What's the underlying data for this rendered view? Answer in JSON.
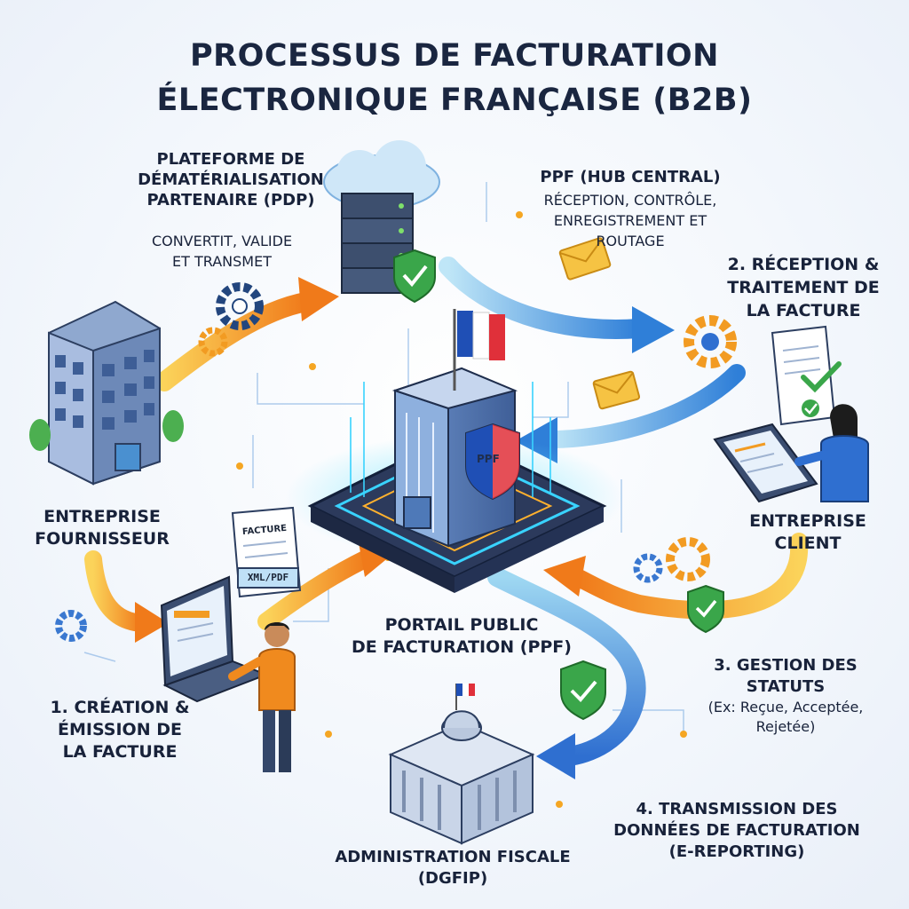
{
  "title": {
    "line1": "PROCESSUS DE FACTURATION",
    "line2": "ÉLECTRONIQUE FRANÇAISE (B2B)"
  },
  "pdp": {
    "name_line1": "PLATEFORME DE",
    "name_line2": "DÉMATÉRIALISATION",
    "name_line3": "PARTENAIRE (PDP)",
    "desc_line1": "CONVERTIT, VALIDE",
    "desc_line2": "ET TRANSMET"
  },
  "ppf_hub": {
    "name": "PPF (HUB CENTRAL)",
    "desc_line1": "RÉCEPTION, CONTRÔLE,",
    "desc_line2": "ENREGISTREMENT ET",
    "desc_line3": "ROUTAGE"
  },
  "step2": {
    "line1": "2. RÉCEPTION &",
    "line2": "TRAITEMENT DE",
    "line3": "LA FACTURE"
  },
  "supplier": {
    "line1": "ENTREPRISE",
    "line2": "FOURNISSEUR"
  },
  "client": {
    "line1": "ENTREPRISE",
    "line2": "CLIENT"
  },
  "portal": {
    "line1": "PORTAIL PUBLIC",
    "line2": "DE FACTURATION (PPF)",
    "badge": "PPF"
  },
  "invoice_doc": {
    "title": "FACTURE",
    "format": "XML/PDF"
  },
  "step1": {
    "line1": "1. CRÉATION &",
    "line2": "ÉMISSION DE",
    "line3": "LA FACTURE"
  },
  "step3": {
    "line1": "3. GESTION DES",
    "line2": "STATUTS",
    "line3": "(Ex: Reçue, Acceptée,",
    "line4": "Rejetée)"
  },
  "step4": {
    "line1": "4. TRANSMISSION DES",
    "line2": "DONNÉES DE FACTURATION",
    "line3": "(E-REPORTING)"
  },
  "dgfip": {
    "line1": "ADMINISTRATION FISCALE",
    "line2": "(DGFIP)"
  },
  "colors": {
    "arrow_orange": "#f08a1e",
    "arrow_blue": "#2f7fd8",
    "building_blue": "#5e86c4",
    "shield_green": "#3aa64a",
    "flag_blue": "#1f4fb5",
    "flag_red": "#e0303a"
  }
}
